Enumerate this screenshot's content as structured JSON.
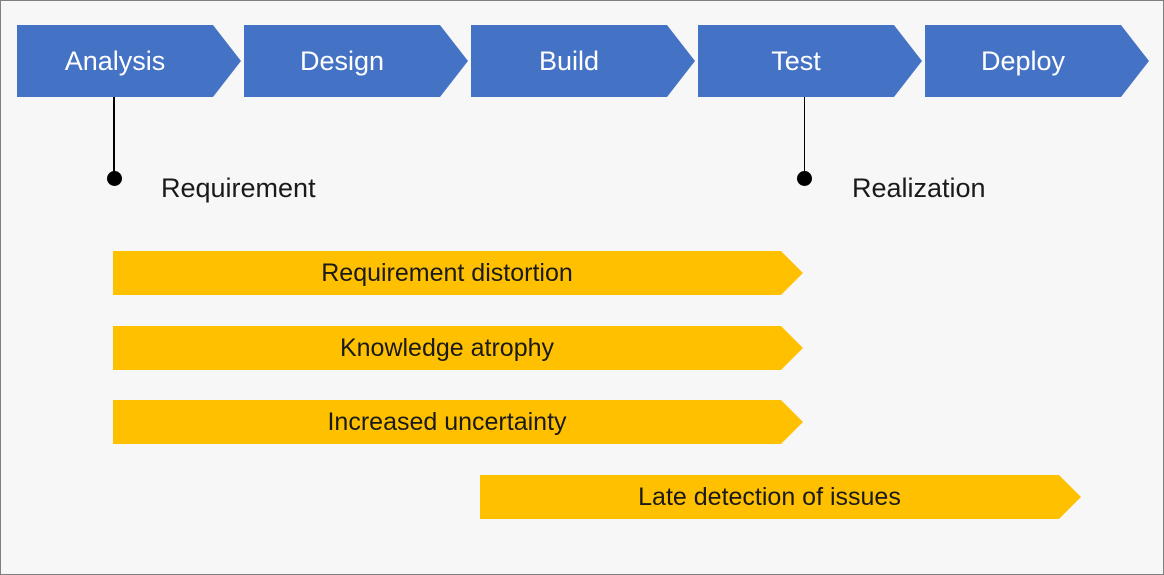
{
  "process": {
    "steps": [
      "Analysis",
      "Design",
      "Build",
      "Test",
      "Deploy"
    ]
  },
  "annotations": [
    {
      "label": "Requirement",
      "attached_to": "Analysis"
    },
    {
      "label": "Realization",
      "attached_to": "Test"
    }
  ],
  "issues": [
    "Requirement distortion",
    "Knowledge atrophy",
    "Increased uncertainty",
    "Late detection of issues"
  ],
  "colors": {
    "step_fill": "#4472C4",
    "step_text": "#FFFFFF",
    "issue_fill": "#FFC000",
    "issue_text": "#1A1A1A",
    "connector": "#000000",
    "background": "#F7F7F7",
    "border": "#808080"
  }
}
